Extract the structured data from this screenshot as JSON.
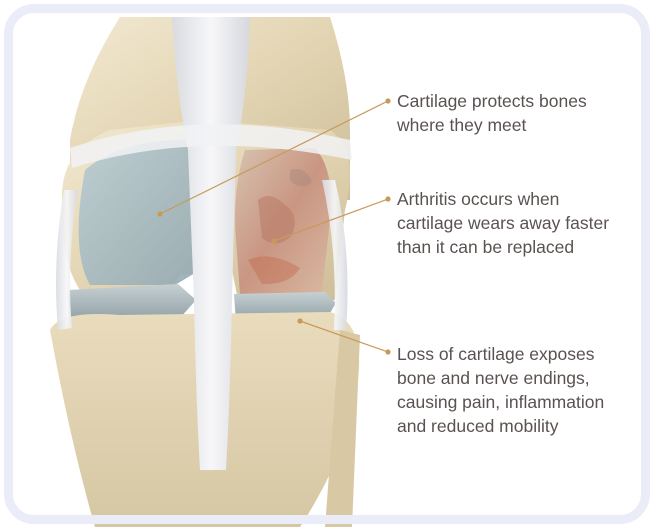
{
  "callouts": [
    {
      "lines": [
        "Cartilage protects bones",
        "where they meet"
      ]
    },
    {
      "lines": [
        "Arthritis occurs when",
        "cartilage wears away faster",
        "than it can be replaced"
      ]
    },
    {
      "lines": [
        "Loss of cartilage exposes",
        "bone and nerve endings,",
        "causing pain, inflammation",
        "and reduced mobility"
      ]
    }
  ],
  "colors": {
    "frame": "#eaedf7",
    "leader_line": "#c89a5a",
    "text": "#5a5250",
    "bone": "#e8dcc0",
    "cartilage": "#a9bcc4",
    "damaged_cartilage": "#c9a08a",
    "ligament": "#f0f0f2"
  }
}
